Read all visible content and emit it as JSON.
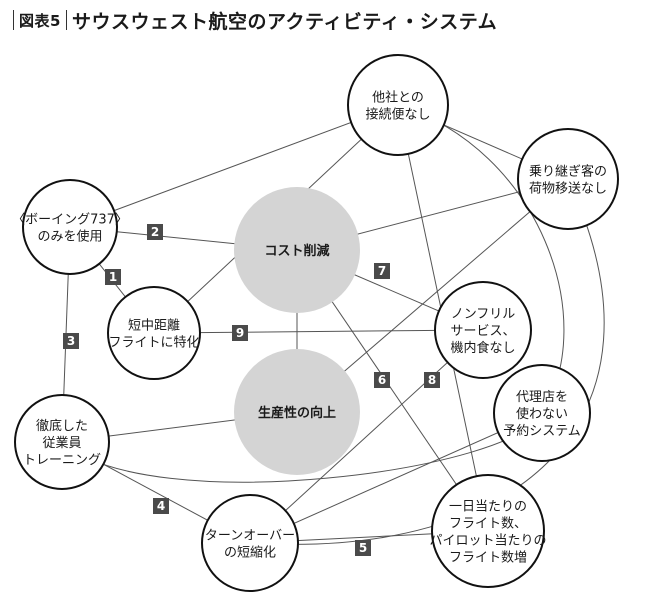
{
  "header": {
    "figure_label": "図表5",
    "title": "サウスウェスト航空のアクティビティ・システム"
  },
  "colors": {
    "line": "#555555",
    "node_border": "#111111",
    "hub_fill": "#d4d4d4",
    "badge_fill": "#4a4a4a"
  },
  "hubs": [
    {
      "id": "cost",
      "lines": [
        "コスト削減"
      ]
    },
    {
      "id": "prod",
      "lines": [
        "生産性の向上"
      ]
    }
  ],
  "nodes": [
    {
      "id": "other",
      "lines": [
        "他社との",
        "接続便なし"
      ]
    },
    {
      "id": "bag",
      "lines": [
        "乗り継ぎ客の",
        "荷物移送なし"
      ]
    },
    {
      "id": "boeing",
      "lines": [
        "〈ボーイング737〉",
        "のみを使用"
      ]
    },
    {
      "id": "short",
      "lines": [
        "短中距離",
        "フライトに特化"
      ]
    },
    {
      "id": "nofrill",
      "lines": [
        "ノンフリル",
        "サービス、",
        "機内食なし"
      ]
    },
    {
      "id": "agent",
      "lines": [
        "代理店を",
        "使わない",
        "予約システム"
      ]
    },
    {
      "id": "train",
      "lines": [
        "徹底した",
        "従業員",
        "トレーニング"
      ]
    },
    {
      "id": "turn",
      "lines": [
        "ターンオーバー",
        "の短縮化"
      ]
    },
    {
      "id": "flights",
      "lines": [
        "一日当たりの",
        "フライト数、",
        "パイロット当たりの",
        "フライト数増"
      ]
    }
  ],
  "edges": [
    {
      "from": "other",
      "to": "boeing"
    },
    {
      "from": "other",
      "to": "short"
    },
    {
      "from": "other",
      "to": "bag"
    },
    {
      "from": "other",
      "to": "flights"
    },
    {
      "from": "other",
      "to": "agent"
    },
    {
      "from": "bag",
      "to": "cost"
    },
    {
      "from": "bag",
      "to": "prod"
    },
    {
      "from": "bag",
      "to": "turn"
    },
    {
      "from": "boeing",
      "to": "cost",
      "badge": "2"
    },
    {
      "from": "boeing",
      "to": "short",
      "badge": "1"
    },
    {
      "from": "boeing",
      "to": "train",
      "badge": "3"
    },
    {
      "from": "short",
      "to": "nofrill",
      "badge": "9"
    },
    {
      "from": "cost",
      "to": "nofrill",
      "badge": "7"
    },
    {
      "from": "cost",
      "to": "flights",
      "badge": "6"
    },
    {
      "from": "cost",
      "to": "prod"
    },
    {
      "from": "prod",
      "to": "train"
    },
    {
      "from": "turn",
      "to": "nofrill",
      "badge": "8"
    },
    {
      "from": "train",
      "to": "turn",
      "badge": "4"
    },
    {
      "from": "turn",
      "to": "flights",
      "badge": "5"
    },
    {
      "from": "train",
      "to": "agent"
    },
    {
      "from": "agent",
      "to": "turn"
    }
  ]
}
